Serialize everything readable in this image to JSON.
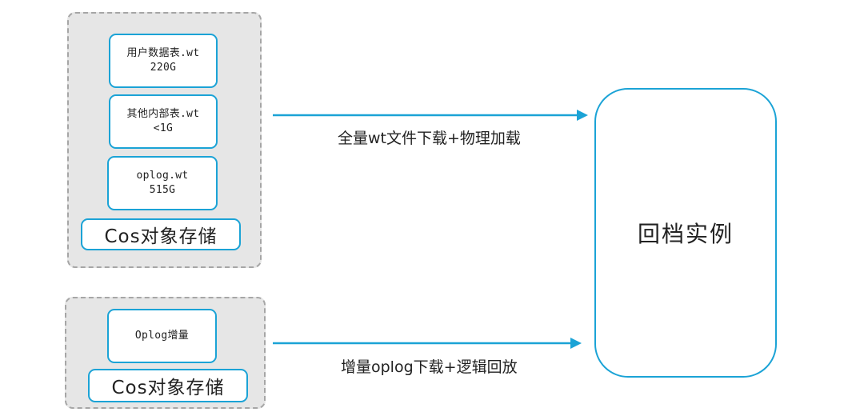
{
  "full_backup_group": {
    "files": [
      {
        "name": "用户数据表.wt",
        "size": "220G"
      },
      {
        "name": "其他内部表.wt",
        "size": "<1G"
      },
      {
        "name": "oplog.wt",
        "size": "515G"
      }
    ],
    "storage_label": "Cos对象存储"
  },
  "incremental_group": {
    "item": "Oplog增量",
    "storage_label": "Cos对象存储"
  },
  "arrows": {
    "full_label": "全量wt文件下载+物理加载",
    "incremental_label": "增量oplog下载+逻辑回放"
  },
  "target": {
    "label": "回档实例"
  },
  "colors": {
    "accent": "#1ba3d6",
    "group_fill": "#e6e6e6",
    "group_border": "#a6a6a6"
  }
}
